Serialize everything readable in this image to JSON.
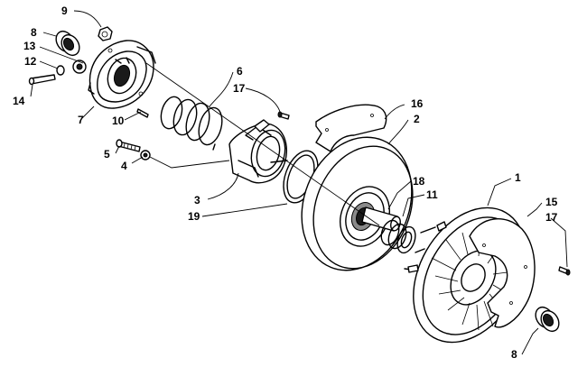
{
  "callouts": {
    "c1": "1",
    "c2": "2",
    "c3": "3",
    "c4": "4",
    "c5": "5",
    "c6": "6",
    "c7": "7",
    "c8a": "8",
    "c8b": "8",
    "c9": "9",
    "c10": "10",
    "c11": "11",
    "c12": "12",
    "c13": "13",
    "c14": "14",
    "c15": "15",
    "c16": "16",
    "c17a": "17",
    "c17b": "17",
    "c18": "18",
    "c19": "19"
  },
  "colors": {
    "ink": "#000000",
    "background": "#ffffff"
  }
}
